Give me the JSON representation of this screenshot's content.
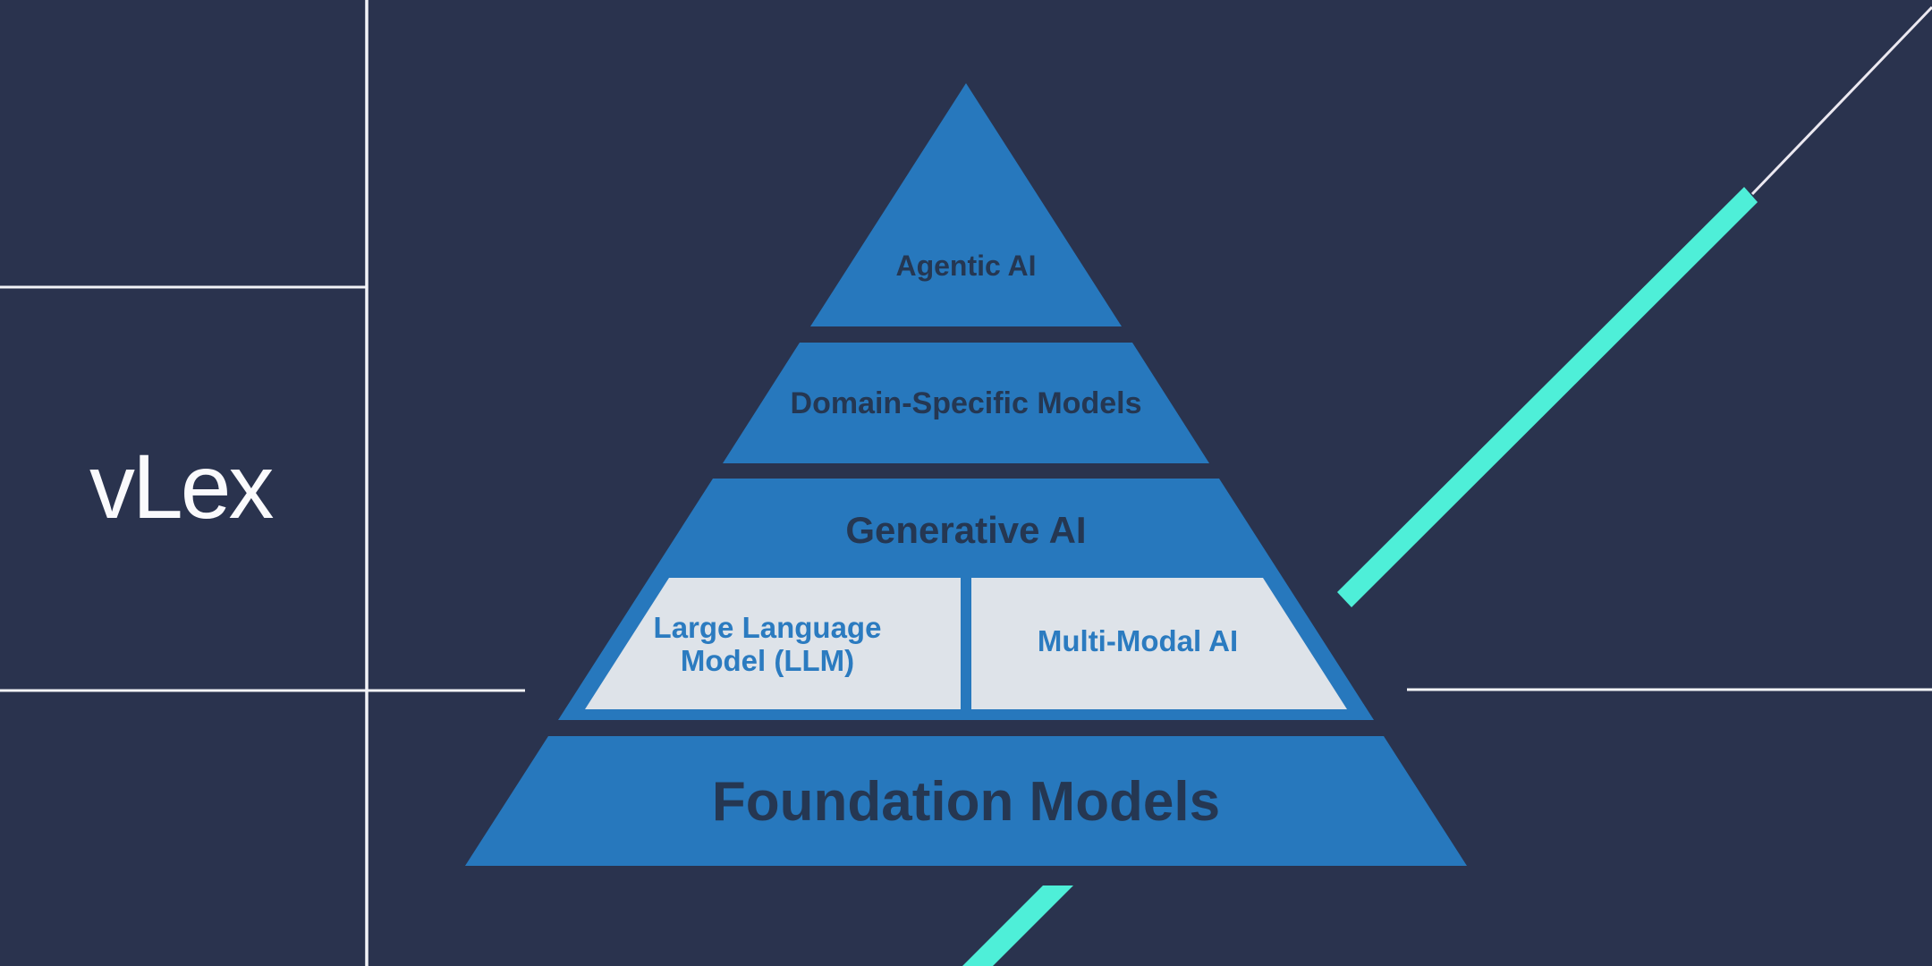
{
  "brand": {
    "logo_text": "vLex"
  },
  "diagram": {
    "type": "pyramid",
    "layers": [
      {
        "id": "agentic-ai",
        "label": "Agentic AI"
      },
      {
        "id": "domain-specific-models",
        "label": "Domain-Specific Models"
      },
      {
        "id": "generative-ai",
        "label": "Generative AI"
      },
      {
        "id": "foundation-models",
        "label": "Foundation Models"
      }
    ],
    "generative_children": [
      {
        "id": "large-language-model",
        "label": "Large Language Model (LLM)",
        "lines": [
          "Large Language",
          "Model (LLM)"
        ]
      },
      {
        "id": "multi-modal-ai",
        "label": "Multi-Modal AI"
      }
    ]
  },
  "colors": {
    "background": "#2a334e",
    "pyramid_blue": "#2778bd",
    "layer_label_dark": "#253752",
    "sub_box_fill": "#dee3e9",
    "sub_box_text_blue": "#2b7bc0",
    "accent_teal": "#4eefd8",
    "line_white": "#f2f3f7",
    "logo_white": "#fafafc"
  }
}
